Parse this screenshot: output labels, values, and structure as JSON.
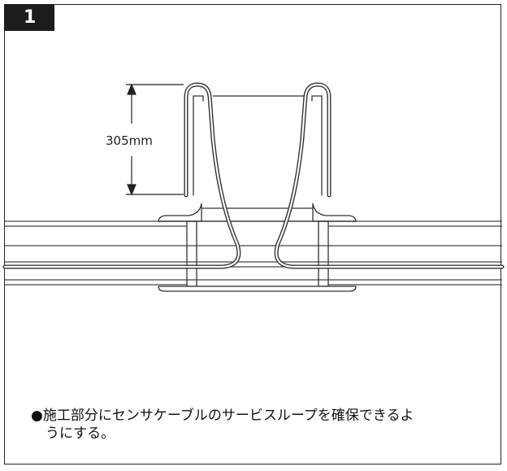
{
  "step": {
    "number": "1"
  },
  "diagram": {
    "dimension_label": "305mm"
  },
  "caption": {
    "line1": "●施工部分にセンサケーブルのサービスループを確保できるよ",
    "line2": "うにする。"
  }
}
